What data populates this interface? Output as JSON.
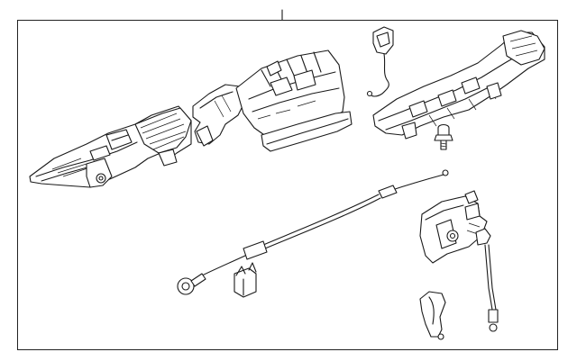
{
  "diagram": {
    "background": "#ffffff",
    "line_color": "#1a1a1a",
    "frame_color": "#222222",
    "parts": [
      "dash-pad-left-bracket",
      "glove-box-assembly",
      "wiring-connector",
      "right-support-bracket",
      "mounting-bolt",
      "release-cable",
      "cable-clip",
      "latch-assembly",
      "latch-rod",
      "handle"
    ]
  }
}
